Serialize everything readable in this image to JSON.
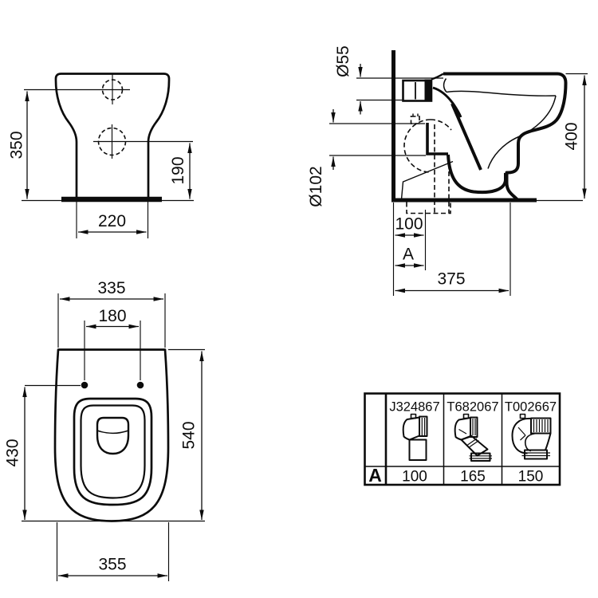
{
  "views": {
    "front": {
      "dims": {
        "height": "350",
        "outlet_height": "190",
        "base_width": "220"
      }
    },
    "side": {
      "dims": {
        "inlet_diameter": "Ø55",
        "outlet_diameter": "Ø102",
        "height": "400",
        "outlet_offset": "100",
        "rough_in_variable": "A",
        "depth": "375"
      }
    },
    "plan": {
      "dims": {
        "top_width": "335",
        "fixing_hole_spacing": "180",
        "seat_depth": "430",
        "overall_depth": "540",
        "max_width": "355"
      }
    }
  },
  "connector_table": {
    "row_label": "A",
    "columns": [
      {
        "code": "J324867",
        "a_value": "100",
        "icon": "straight-connector-icon"
      },
      {
        "code": "T682067",
        "a_value": "165",
        "icon": "angled-connector-icon"
      },
      {
        "code": "T002667",
        "a_value": "150",
        "icon": "elbow-connector-icon"
      }
    ]
  },
  "colors": {
    "line": "#0c0c0c",
    "background": "#ffffff"
  }
}
